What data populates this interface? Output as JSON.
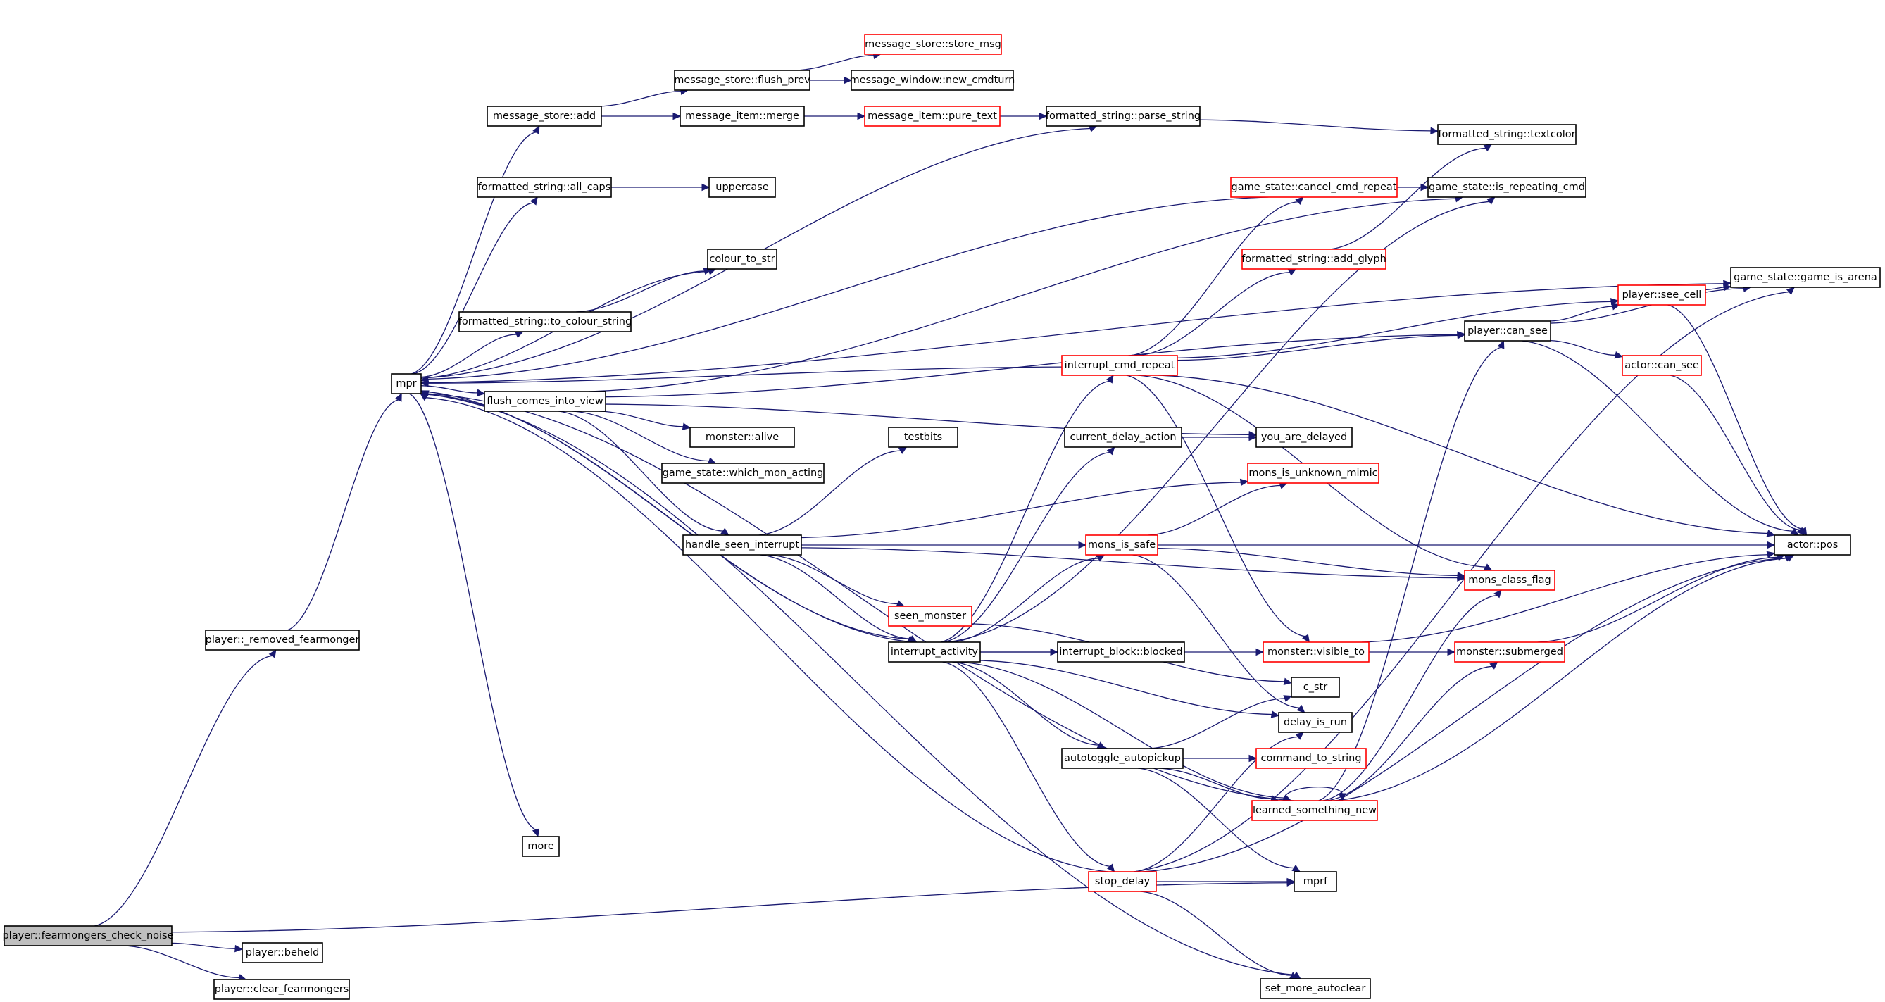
{
  "colors": {
    "background": "#ffffff",
    "node_border": "#000000",
    "incomplete_node_border": "#ff0000",
    "root_node_fill": "#bfbfbf",
    "edge": "#191970"
  },
  "nodes": [
    {
      "id": "fearmongers_check_noise",
      "label": "player::fearmongers_check_noise",
      "style": "root"
    },
    {
      "id": "removed_fearmonger",
      "label": "player::_removed_fearmonger",
      "style": "normal"
    },
    {
      "id": "beheld",
      "label": "player::beheld",
      "style": "normal"
    },
    {
      "id": "clear_fearmongers",
      "label": "player::clear_fearmongers",
      "style": "normal"
    },
    {
      "id": "mpr",
      "label": "mpr",
      "style": "normal"
    },
    {
      "id": "message_store_add",
      "label": "message_store::add",
      "style": "normal"
    },
    {
      "id": "message_store_flush_prev",
      "label": "message_store::flush_prev",
      "style": "normal"
    },
    {
      "id": "message_store_store_msg",
      "label": "message_store::store_msg",
      "style": "red"
    },
    {
      "id": "message_window_new_cmdturn",
      "label": "message_window::new_cmdturn",
      "style": "normal"
    },
    {
      "id": "message_item_merge",
      "label": "message_item::merge",
      "style": "normal"
    },
    {
      "id": "message_item_pure_text",
      "label": "message_item::pure_text",
      "style": "red"
    },
    {
      "id": "formatted_string_parse_string",
      "label": "formatted_string::parse_string",
      "style": "normal"
    },
    {
      "id": "formatted_string_textcolor",
      "label": "formatted_string::textcolor",
      "style": "normal"
    },
    {
      "id": "formatted_string_all_caps",
      "label": "formatted_string::all_caps",
      "style": "normal"
    },
    {
      "id": "uppercase",
      "label": "uppercase",
      "style": "normal"
    },
    {
      "id": "game_state_cancel_cmd_repeat",
      "label": "game_state::cancel_cmd_repeat",
      "style": "red"
    },
    {
      "id": "game_state_is_repeating_cmd",
      "label": "game_state::is_repeating_cmd",
      "style": "normal"
    },
    {
      "id": "formatted_string_add_glyph",
      "label": "formatted_string::add_glyph",
      "style": "red"
    },
    {
      "id": "colour_to_str",
      "label": "colour_to_str",
      "style": "normal"
    },
    {
      "id": "formatted_string_to_colour_string",
      "label": "formatted_string::to_colour_string",
      "style": "normal"
    },
    {
      "id": "game_state_game_is_arena",
      "label": "game_state::game_is_arena",
      "style": "normal"
    },
    {
      "id": "player_see_cell",
      "label": "player::see_cell",
      "style": "red"
    },
    {
      "id": "player_can_see",
      "label": "player::can_see",
      "style": "normal"
    },
    {
      "id": "interrupt_cmd_repeat",
      "label": "interrupt_cmd_repeat",
      "style": "red"
    },
    {
      "id": "actor_can_see",
      "label": "actor::can_see",
      "style": "red"
    },
    {
      "id": "flush_comes_into_view",
      "label": "flush_comes_into_view",
      "style": "normal"
    },
    {
      "id": "monster_alive",
      "label": "monster::alive",
      "style": "normal"
    },
    {
      "id": "testbits",
      "label": "testbits",
      "style": "normal"
    },
    {
      "id": "current_delay_action",
      "label": "current_delay_action",
      "style": "normal"
    },
    {
      "id": "you_are_delayed",
      "label": "you_are_delayed",
      "style": "normal"
    },
    {
      "id": "game_state_which_mon_acting",
      "label": "game_state::which_mon_acting",
      "style": "normal"
    },
    {
      "id": "mons_is_unknown_mimic",
      "label": "mons_is_unknown_mimic",
      "style": "red"
    },
    {
      "id": "handle_seen_interrupt",
      "label": "handle_seen_interrupt",
      "style": "normal"
    },
    {
      "id": "mons_is_safe",
      "label": "mons_is_safe",
      "style": "red"
    },
    {
      "id": "actor_pos",
      "label": "actor::pos",
      "style": "normal"
    },
    {
      "id": "mons_class_flag",
      "label": "mons_class_flag",
      "style": "red"
    },
    {
      "id": "seen_monster",
      "label": "seen_monster",
      "style": "red"
    },
    {
      "id": "interrupt_activity",
      "label": "interrupt_activity",
      "style": "normal"
    },
    {
      "id": "interrupt_block_blocked",
      "label": "interrupt_block::blocked",
      "style": "normal"
    },
    {
      "id": "monster_visible_to",
      "label": "monster::visible_to",
      "style": "red"
    },
    {
      "id": "monster_submerged",
      "label": "monster::submerged",
      "style": "red"
    },
    {
      "id": "c_str",
      "label": "c_str",
      "style": "normal"
    },
    {
      "id": "delay_is_run",
      "label": "delay_is_run",
      "style": "normal"
    },
    {
      "id": "autotoggle_autopickup",
      "label": "autotoggle_autopickup",
      "style": "normal"
    },
    {
      "id": "command_to_string",
      "label": "command_to_string",
      "style": "red"
    },
    {
      "id": "learned_something_new",
      "label": "learned_something_new",
      "style": "red"
    },
    {
      "id": "more",
      "label": "more",
      "style": "normal"
    },
    {
      "id": "stop_delay",
      "label": "stop_delay",
      "style": "red"
    },
    {
      "id": "mprf",
      "label": "mprf",
      "style": "normal"
    },
    {
      "id": "set_more_autoclear",
      "label": "set_more_autoclear",
      "style": "normal"
    }
  ],
  "edges": [
    [
      "fearmongers_check_noise",
      "removed_fearmonger"
    ],
    [
      "fearmongers_check_noise",
      "beheld"
    ],
    [
      "fearmongers_check_noise",
      "clear_fearmongers"
    ],
    [
      "fearmongers_check_noise",
      "mprf"
    ],
    [
      "removed_fearmonger",
      "mpr"
    ],
    [
      "mpr",
      "message_store_add"
    ],
    [
      "mpr",
      "formatted_string_parse_string"
    ],
    [
      "mpr",
      "formatted_string_all_caps"
    ],
    [
      "mpr",
      "colour_to_str"
    ],
    [
      "mpr",
      "formatted_string_to_colour_string"
    ],
    [
      "mpr",
      "flush_comes_into_view"
    ],
    [
      "mpr",
      "interrupt_activity"
    ],
    [
      "mpr",
      "more"
    ],
    [
      "mpr",
      "set_more_autoclear"
    ],
    [
      "mpr",
      "game_state_game_is_arena"
    ],
    [
      "message_store_add",
      "message_store_flush_prev"
    ],
    [
      "message_store_add",
      "message_item_merge"
    ],
    [
      "message_store_flush_prev",
      "message_store_store_msg"
    ],
    [
      "message_store_flush_prev",
      "message_window_new_cmdturn"
    ],
    [
      "message_item_merge",
      "message_item_pure_text"
    ],
    [
      "message_item_pure_text",
      "formatted_string_parse_string"
    ],
    [
      "formatted_string_parse_string",
      "formatted_string_textcolor"
    ],
    [
      "formatted_string_all_caps",
      "uppercase"
    ],
    [
      "formatted_string_to_colour_string",
      "colour_to_str"
    ],
    [
      "game_state_cancel_cmd_repeat",
      "game_state_is_repeating_cmd"
    ],
    [
      "game_state_cancel_cmd_repeat",
      "mpr"
    ],
    [
      "formatted_string_add_glyph",
      "formatted_string_textcolor"
    ],
    [
      "player_see_cell",
      "game_state_game_is_arena"
    ],
    [
      "player_see_cell",
      "actor_pos"
    ],
    [
      "player_can_see",
      "player_see_cell"
    ],
    [
      "player_can_see",
      "game_state_game_is_arena"
    ],
    [
      "player_can_see",
      "actor_can_see"
    ],
    [
      "player_can_see",
      "actor_pos"
    ],
    [
      "actor_can_see",
      "actor_pos"
    ],
    [
      "interrupt_cmd_repeat",
      "mpr"
    ],
    [
      "interrupt_cmd_repeat",
      "game_state_cancel_cmd_repeat"
    ],
    [
      "interrupt_cmd_repeat",
      "formatted_string_add_glyph"
    ],
    [
      "interrupt_cmd_repeat",
      "player_see_cell"
    ],
    [
      "interrupt_cmd_repeat",
      "player_can_see"
    ],
    [
      "interrupt_cmd_repeat",
      "actor_pos"
    ],
    [
      "interrupt_cmd_repeat",
      "mons_class_flag"
    ],
    [
      "interrupt_cmd_repeat",
      "monster_visible_to"
    ],
    [
      "flush_comes_into_view",
      "monster_alive"
    ],
    [
      "flush_comes_into_view",
      "game_state_which_mon_acting"
    ],
    [
      "flush_comes_into_view",
      "handle_seen_interrupt"
    ],
    [
      "flush_comes_into_view",
      "you_are_delayed"
    ],
    [
      "flush_comes_into_view",
      "game_state_is_repeating_cmd"
    ],
    [
      "flush_comes_into_view",
      "player_can_see"
    ],
    [
      "current_delay_action",
      "you_are_delayed"
    ],
    [
      "handle_seen_interrupt",
      "testbits"
    ],
    [
      "handle_seen_interrupt",
      "mons_is_unknown_mimic"
    ],
    [
      "handle_seen_interrupt",
      "mons_is_safe"
    ],
    [
      "handle_seen_interrupt",
      "mons_class_flag"
    ],
    [
      "handle_seen_interrupt",
      "seen_monster"
    ],
    [
      "handle_seen_interrupt",
      "interrupt_activity"
    ],
    [
      "mons_is_safe",
      "mons_is_unknown_mimic"
    ],
    [
      "mons_is_safe",
      "actor_pos"
    ],
    [
      "mons_is_safe",
      "mons_class_flag"
    ],
    [
      "mons_is_safe",
      "delay_is_run"
    ],
    [
      "seen_monster",
      "c_str"
    ],
    [
      "interrupt_activity",
      "mpr"
    ],
    [
      "interrupt_activity",
      "interrupt_cmd_repeat"
    ],
    [
      "interrupt_activity",
      "current_delay_action"
    ],
    [
      "interrupt_activity",
      "mons_is_safe"
    ],
    [
      "interrupt_activity",
      "game_state_is_repeating_cmd"
    ],
    [
      "interrupt_activity",
      "interrupt_block_blocked"
    ],
    [
      "interrupt_activity",
      "monster_visible_to"
    ],
    [
      "interrupt_activity",
      "delay_is_run"
    ],
    [
      "interrupt_activity",
      "autotoggle_autopickup"
    ],
    [
      "interrupt_activity",
      "stop_delay"
    ],
    [
      "interrupt_activity",
      "learned_something_new"
    ],
    [
      "monster_visible_to",
      "monster_submerged"
    ],
    [
      "monster_visible_to",
      "actor_pos"
    ],
    [
      "monster_submerged",
      "actor_pos"
    ],
    [
      "autotoggle_autopickup",
      "c_str"
    ],
    [
      "autotoggle_autopickup",
      "command_to_string"
    ],
    [
      "autotoggle_autopickup",
      "learned_something_new"
    ],
    [
      "autotoggle_autopickup",
      "mprf"
    ],
    [
      "learned_something_new",
      "learned_something_new"
    ],
    [
      "learned_something_new",
      "mpr"
    ],
    [
      "learned_something_new",
      "mons_class_flag"
    ],
    [
      "learned_something_new",
      "player_can_see"
    ],
    [
      "learned_something_new",
      "monster_submerged"
    ],
    [
      "learned_something_new",
      "actor_pos"
    ],
    [
      "stop_delay",
      "mpr"
    ],
    [
      "stop_delay",
      "mprf"
    ],
    [
      "stop_delay",
      "delay_is_run"
    ],
    [
      "stop_delay",
      "set_more_autoclear"
    ],
    [
      "stop_delay",
      "game_state_game_is_arena"
    ],
    [
      "stop_delay",
      "actor_pos"
    ]
  ]
}
